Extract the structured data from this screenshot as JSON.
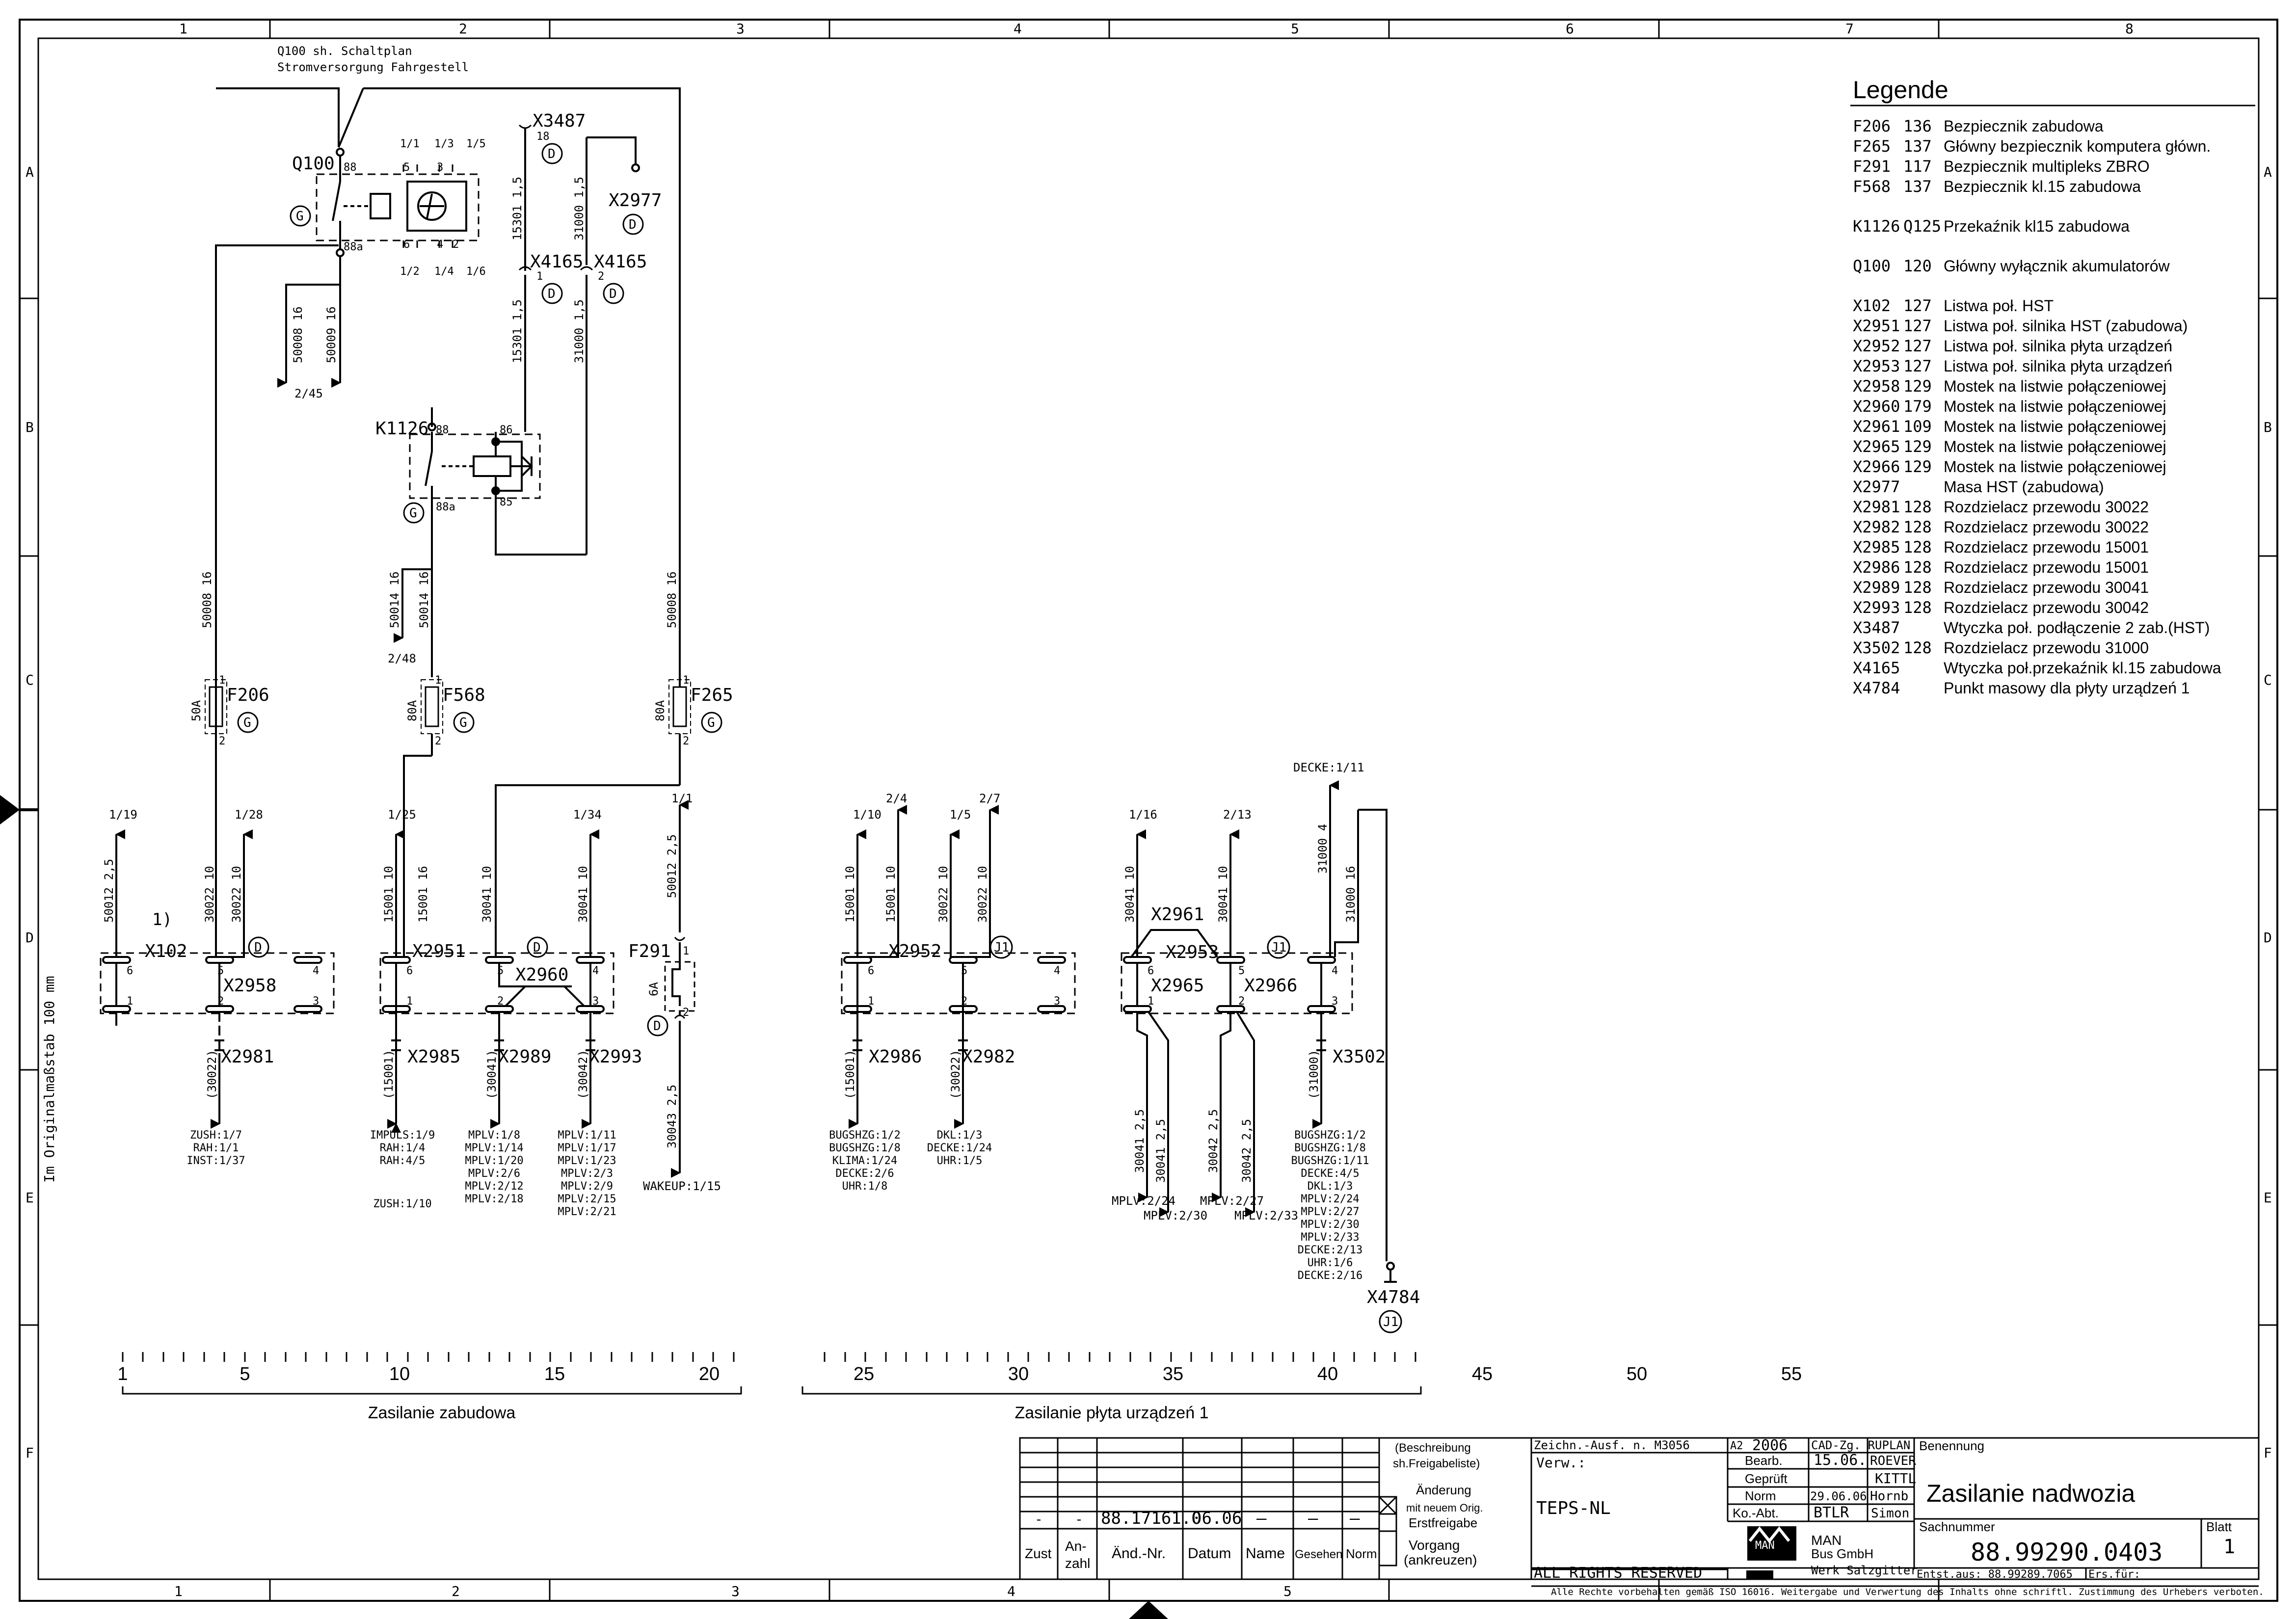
{
  "frame": {
    "cols": [
      "1",
      "2",
      "3",
      "4",
      "5",
      "6",
      "7",
      "8"
    ],
    "rows": [
      "A",
      "B",
      "C",
      "D",
      "E",
      "F"
    ],
    "scale_note": "Im Originalmaßstab 100 mm"
  },
  "notes": {
    "q100_ref": "Q100 sh. Schaltplan",
    "q100_ref2": "Stromversorgung Fahrgestell",
    "footnote": "1)"
  },
  "components": {
    "q100": "Q100",
    "k1126": "K1126",
    "x3487": "X3487",
    "x2977": "X2977",
    "x4165": "X4165",
    "f206": "F206",
    "f568": "F568",
    "f265": "F265",
    "f291": "F291",
    "x102": "X102",
    "x2958": "X2958",
    "x2951": "X2951",
    "x2960": "X2960",
    "x2952": "X2952",
    "x2961": "X2961",
    "x2953": "X2953",
    "x2965": "X2965",
    "x2966": "X2966",
    "x2981": "X2981",
    "x2985": "X2985",
    "x2989": "X2989",
    "x2993": "X2993",
    "x2986": "X2986",
    "x2982": "X2982",
    "x3502": "X3502",
    "x4784": "X4784"
  },
  "markers": {
    "d": "D",
    "g": "G",
    "j1": "J1"
  },
  "pins": {
    "p88": "88",
    "p88a": "88a",
    "p86": "86",
    "p85": "85",
    "p18": "18",
    "p1": "1",
    "p2": "2",
    "p3": "3",
    "p4": "4",
    "p5": "5",
    "p6": "6",
    "q11": "1/1",
    "q13": "1/3",
    "q15": "1/5",
    "q12": "1/2",
    "q14": "1/4",
    "q16": "1/6"
  },
  "fuse_ratings": {
    "f206": "50A",
    "f568": "80A",
    "f265": "80A",
    "f291": "6A"
  },
  "wires": {
    "w50008_16": "50008  16",
    "w50009_16": "50009  16",
    "w15301": "15301  1,5",
    "w31000_15": "31000  1,5",
    "w50014_16": "50014  16",
    "w50012_25": "50012  2,5",
    "w30022_10": "30022  10",
    "w15001_16": "15001  16",
    "w30041_10": "30041  10",
    "w15001_10": "15001  10",
    "w31000_4": "31000  4",
    "w31000_16": "31000  16",
    "w30041_25": "30041  2,5",
    "w30042_25": "30042  2,5",
    "w30043_25": "30043  2,5",
    "w_15001": "(15001)",
    "w_30022": "(30022)",
    "w_30041": "(30041)",
    "w_30042": "(30042)",
    "w_31000": "(31000)"
  },
  "refs": {
    "r2_45": "2/45",
    "r2_48": "2/48",
    "r1_19": "1/19",
    "r1_28": "1/28",
    "r1_25": "1/25",
    "r1_34": "1/34",
    "r1_1": "1/1",
    "r1_10": "1/10",
    "r2_4": "2/4",
    "r1_5": "1/5",
    "r2_7": "2/7",
    "r1_16": "1/16",
    "r2_13": "2/13",
    "decke_111": "DECKE:1/11",
    "wakeup": "WAKEUP:1/15",
    "mplv224": "MPLV:2/24",
    "mplv230": "MPLV:2/30",
    "mplv227": "MPLV:2/27",
    "mplv233": "MPLV:2/33"
  },
  "bottom_lists": {
    "x2981": [
      "ZUSH:1/7",
      "RAH:1/1",
      "INST:1/37"
    ],
    "x2985": [
      "IMPULS:1/9",
      "RAH:1/4",
      "RAH:4/5"
    ],
    "x2985_extra": "ZUSH:1/10",
    "x2989": [
      "MPLV:1/8",
      "MPLV:1/14",
      "MPLV:1/20",
      "MPLV:2/6",
      "MPLV:2/12",
      "MPLV:2/18"
    ],
    "x2993": [
      "MPLV:1/11",
      "MPLV:1/17",
      "MPLV:1/23",
      "MPLV:2/3",
      "MPLV:2/9",
      "MPLV:2/15",
      "MPLV:2/21"
    ],
    "x2986": [
      "BUGSHZG:1/2",
      "BUGSHZG:1/8",
      "KLIMA:1/24",
      "DECKE:2/6",
      "UHR:1/8"
    ],
    "x2982": [
      "DKL:1/3",
      "DECKE:1/24",
      "UHR:1/5"
    ],
    "x3502": [
      "BUGSHZG:1/2",
      "BUGSHZG:1/8",
      "BUGSHZG:1/11",
      "DECKE:4/5",
      "DKL:1/3",
      "MPLV:2/24",
      "MPLV:2/27",
      "MPLV:2/30",
      "MPLV:2/33",
      "DECKE:2/13",
      "UHR:1/6",
      "DECKE:2/16"
    ]
  },
  "ruler": {
    "labels": [
      "1",
      "5",
      "10",
      "15",
      "20",
      "25",
      "30",
      "35",
      "40",
      "45",
      "50",
      "55"
    ],
    "group1": "Zasilanie zabudowa",
    "group2": "Zasilanie płyta urządzeń 1"
  },
  "legend": {
    "title": "Legende",
    "entries": [
      {
        "code": "F206",
        "ref": "136",
        "desc": "Bezpiecznik zabudowa"
      },
      {
        "code": "F265",
        "ref": "137",
        "desc": "Główny bezpiecznik komputera główn."
      },
      {
        "code": "F291",
        "ref": "117",
        "desc": "Bezpiecznik multipleks ZBRO"
      },
      {
        "code": "F568",
        "ref": "137",
        "desc": "Bezpiecznik kl.15 zabudowa"
      },
      {
        "code": "K1126",
        "ref": "Q125",
        "desc": "Przekaźnik kl15 zabudowa"
      },
      {
        "code": "Q100",
        "ref": "120",
        "desc": "Główny wyłącznik akumulatorów"
      },
      {
        "code": "X102",
        "ref": "127",
        "desc": "Listwa poł. HST"
      },
      {
        "code": "X2951",
        "ref": "127",
        "desc": "Listwa poł. silnika HST (zabudowa)"
      },
      {
        "code": "X2952",
        "ref": "127",
        "desc": "Listwa poł. silnika płyta urządzeń"
      },
      {
        "code": "X2953",
        "ref": "127",
        "desc": "Listwa poł. silnika płyta urządzeń"
      },
      {
        "code": "X2958",
        "ref": "129",
        "desc": "Mostek na listwie połączeniowej"
      },
      {
        "code": "X2960",
        "ref": "179",
        "desc": "Mostek na listwie połączeniowej"
      },
      {
        "code": "X2961",
        "ref": "109",
        "desc": "Mostek na listwie połączeniowej"
      },
      {
        "code": "X2965",
        "ref": "129",
        "desc": "Mostek na listwie połączeniowej"
      },
      {
        "code": "X2966",
        "ref": "129",
        "desc": "Mostek na listwie połączeniowej"
      },
      {
        "code": "X2977",
        "ref": "",
        "desc": "Masa HST (zabudowa)"
      },
      {
        "code": "X2981",
        "ref": "128",
        "desc": "Rozdzielacz przewodu 30022"
      },
      {
        "code": "X2982",
        "ref": "128",
        "desc": "Rozdzielacz przewodu 30022"
      },
      {
        "code": "X2985",
        "ref": "128",
        "desc": "Rozdzielacz przewodu 15001"
      },
      {
        "code": "X2986",
        "ref": "128",
        "desc": "Rozdzielacz przewodu 15001"
      },
      {
        "code": "X2989",
        "ref": "128",
        "desc": "Rozdzielacz przewodu 30041"
      },
      {
        "code": "X2993",
        "ref": "128",
        "desc": "Rozdzielacz przewodu 30042"
      },
      {
        "code": "X3487",
        "ref": "",
        "desc": "Wtyczka poł. podłączenie 2 zab.(HST)"
      },
      {
        "code": "X3502",
        "ref": "128",
        "desc": "Rozdzielacz przewodu 31000"
      },
      {
        "code": "X4165",
        "ref": "",
        "desc": "Wtyczka poł.przekaźnik kl.15 zabudowa"
      },
      {
        "code": "X4784",
        "ref": "",
        "desc": "Punkt masowy dla płyty urządzeń 1"
      }
    ]
  },
  "title_block": {
    "rev_dash1": "-",
    "rev_dash2": "-",
    "rev_number": "88.17161.0",
    "rev_date": "06.06",
    "rev_dashes": "—",
    "beschreibung": "(Beschreibung",
    "freigabeliste": "sh.Freigabeliste)",
    "aenderung": "Änderung",
    "mit_neuem": "mit neuem Orig.",
    "erstfreigabe": "Erstfreigabe",
    "vorgang": "Vorgang",
    "ankreuzen": "(ankreuzen)",
    "h_zust": "Zust",
    "h_anzahl1": "An-",
    "h_anzahl2": "zahl",
    "h_aend": "Änd.-Nr.",
    "h_datum": "Datum",
    "h_name": "Name",
    "h_gesehen": "Gesehen",
    "h_norm": "Norm",
    "zeichn": "Zeichn.-Ausf. n. M3056",
    "a2": "A2",
    "verw": "Verw.:",
    "project": "TEPS-NL",
    "date_year": "2006",
    "cad": "CAD-Zg. RUPLAN",
    "bearb": "Bearb.",
    "bearb_date": "15.06.",
    "bearb_name": "ROEVER",
    "geprueft": "Geprüft",
    "gepr_name": "KITTL",
    "norm": "Norm",
    "norm_date": "29.06.06",
    "norm_name": "Hornb",
    "koabt": "Ko.-Abt.",
    "koabt_val": "BTLR",
    "koabt_name": "Simon",
    "benennung": "Benennung",
    "title": "Zasilanie nadwozia",
    "sachnummer": "Sachnummer",
    "sach_val": "88.99290.0403",
    "blatt": "Blatt",
    "blatt_val": "1",
    "company1": "MAN",
    "company2": "Bus GmbH",
    "company3": "Werk Salzgitter",
    "logo": "MAN",
    "entst": "Entst.aus: 88.99289.7065",
    "ersfuer": "Ers.für:",
    "rights": "ALL RIGHTS RESERVED",
    "notice": "Alle Rechte vorbehalten gemäß ISO 16016. Weitergabe und Verwertung des Inhalts ohne schriftl. Zustimmung des Urhebers verboten."
  }
}
